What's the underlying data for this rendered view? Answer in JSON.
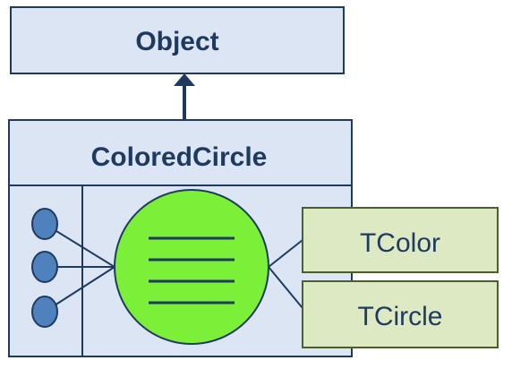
{
  "diagram": {
    "object_box": {
      "label": "Object"
    },
    "colored_circle_box": {
      "label": "ColoredCircle"
    },
    "interfaces": [
      {
        "label": "TColor"
      },
      {
        "label": "TCircle"
      }
    ]
  },
  "colors": {
    "box_fill": "#dbe5f3",
    "box_border": "#1f3a5f",
    "interface_fill": "#dce9c2",
    "interface_border": "#4b5f2b",
    "circle_fill": "#7cf038",
    "circle_border": "#1f3a5f",
    "method_dot_fill": "#4f81bd",
    "arrow_color": "#1f3a5f",
    "text_color": "#1f3a5f"
  }
}
